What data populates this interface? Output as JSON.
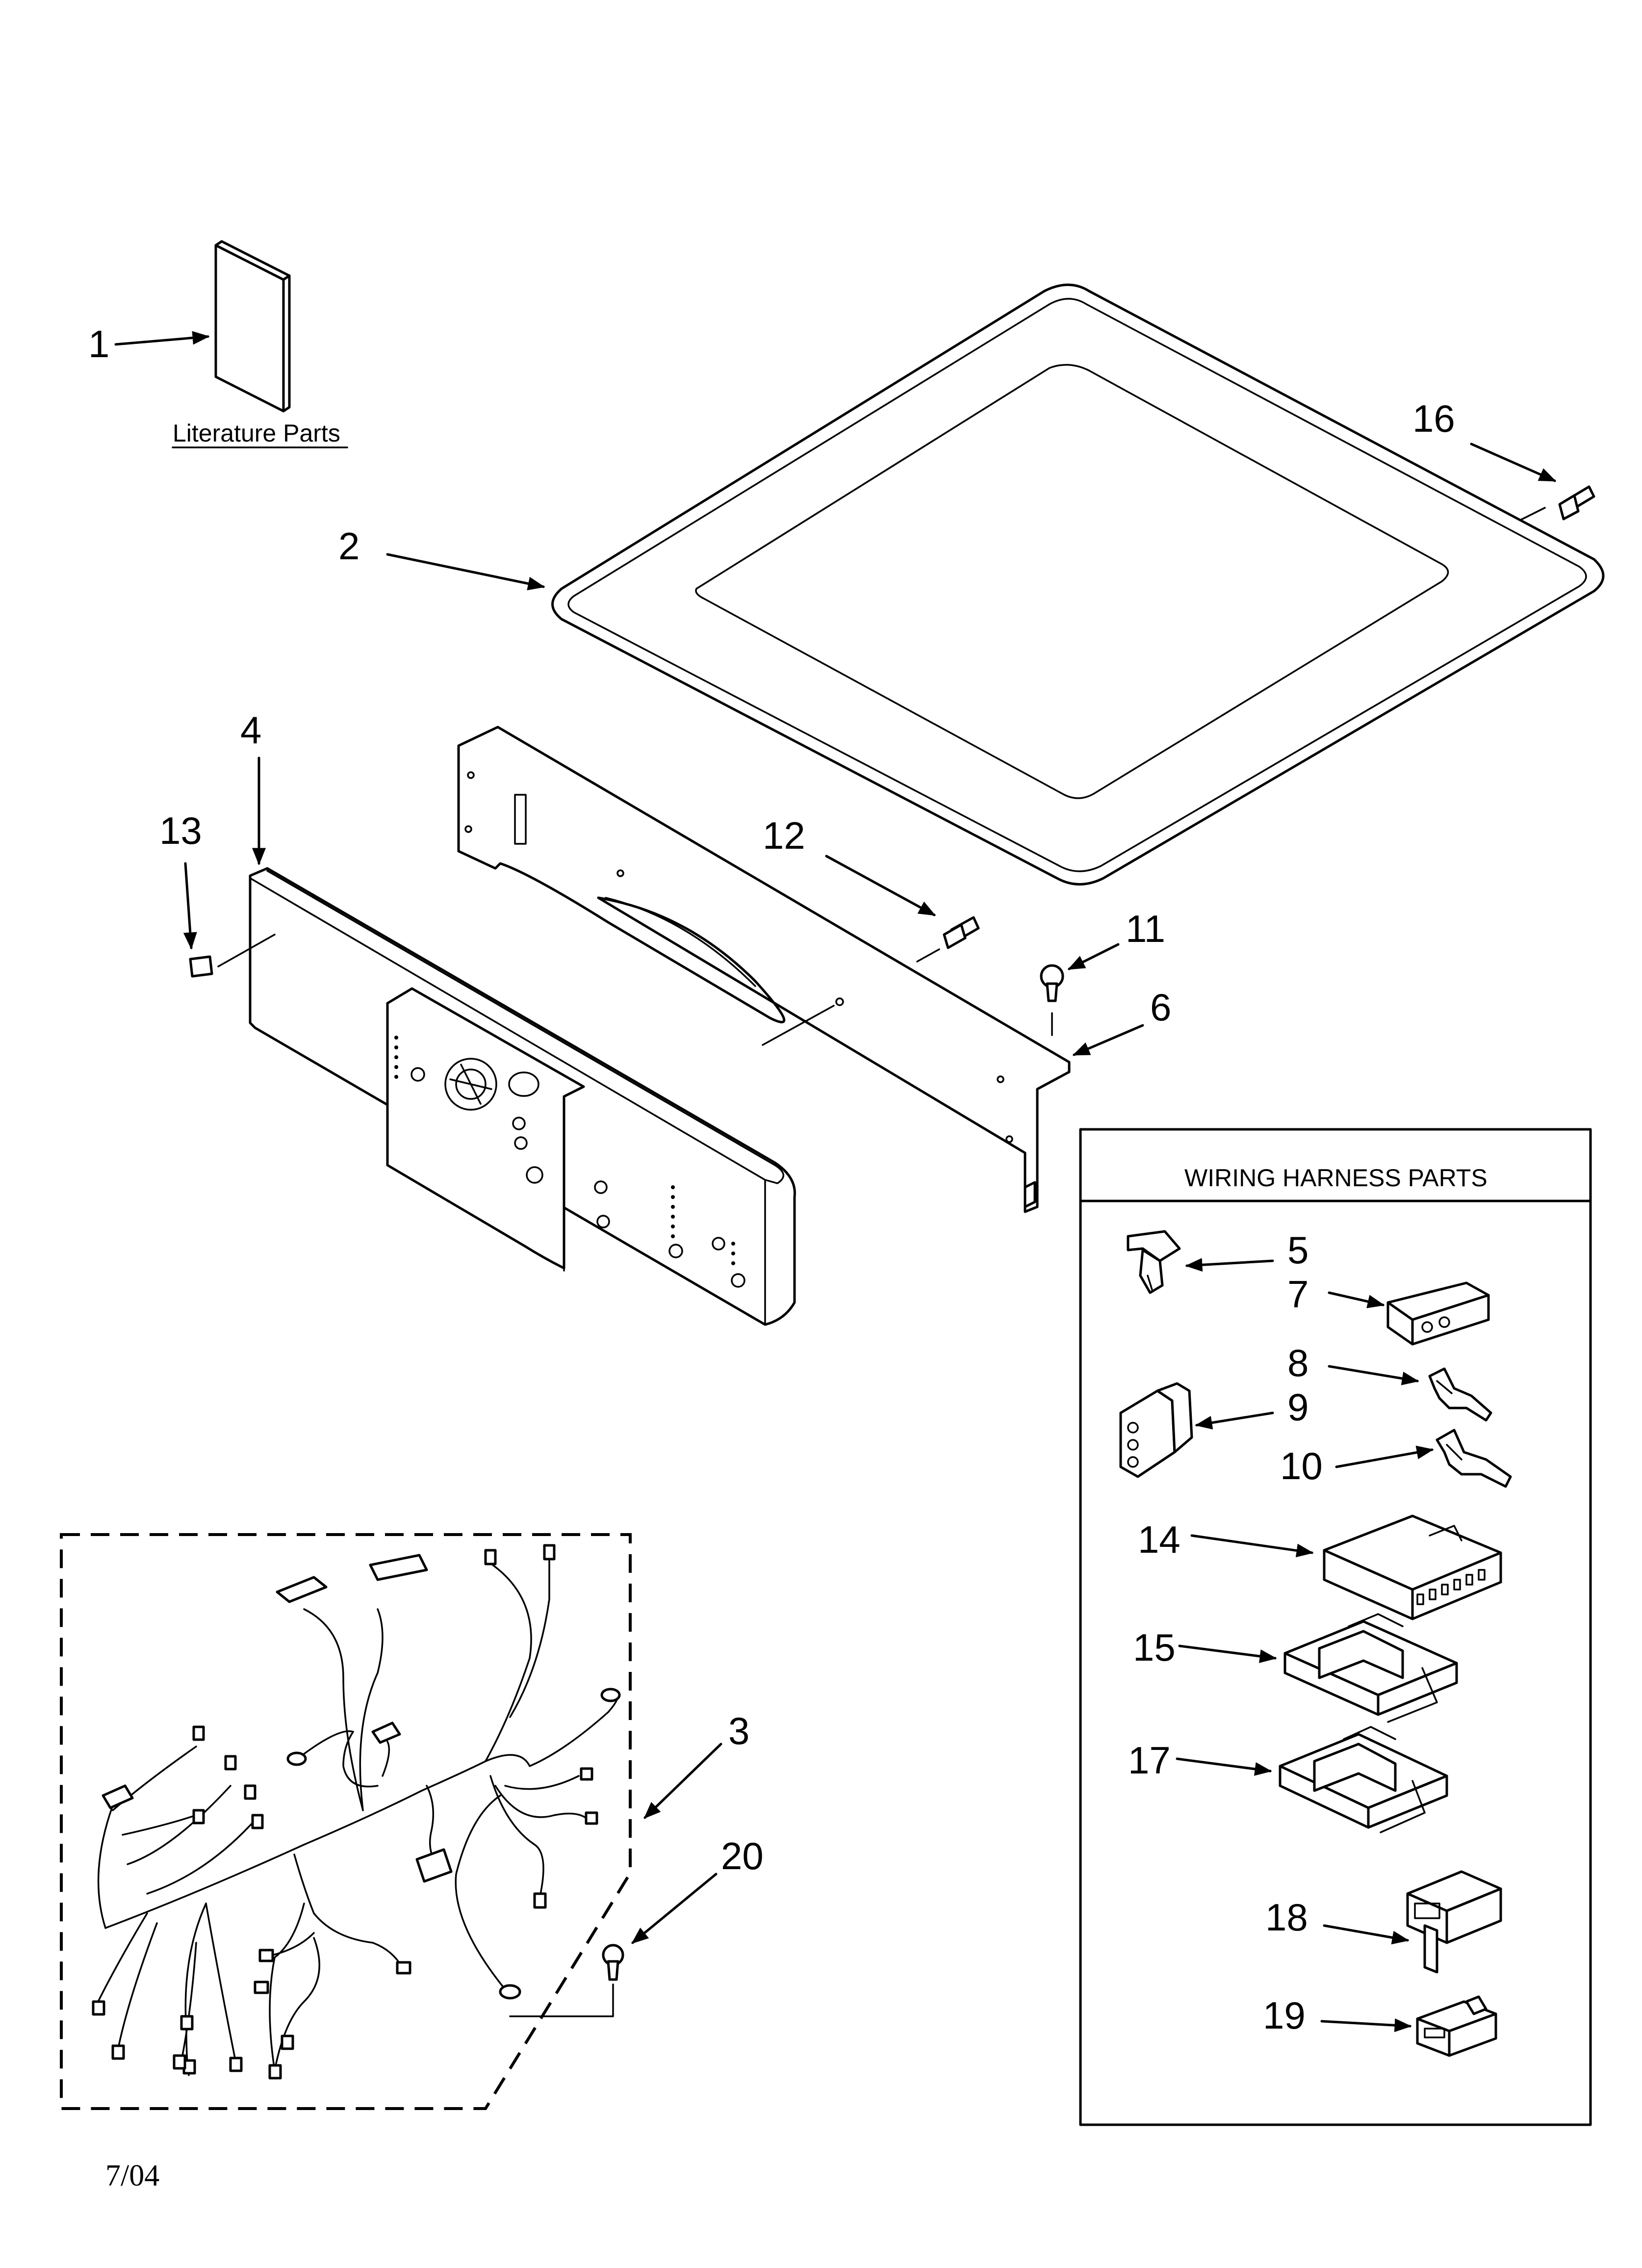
{
  "literature_label": "Literature Parts",
  "wiring_box_title": "WIRING HARNESS PARTS",
  "date_code": "7/04",
  "callouts": {
    "c1": "1",
    "c2": "2",
    "c3": "3",
    "c4": "4",
    "c5": "5",
    "c6": "6",
    "c7": "7",
    "c8": "8",
    "c9": "9",
    "c10": "10",
    "c11": "11",
    "c12": "12",
    "c13": "13",
    "c14": "14",
    "c15": "15",
    "c16": "16",
    "c17": "17",
    "c18": "18",
    "c19": "19",
    "c20": "20"
  }
}
